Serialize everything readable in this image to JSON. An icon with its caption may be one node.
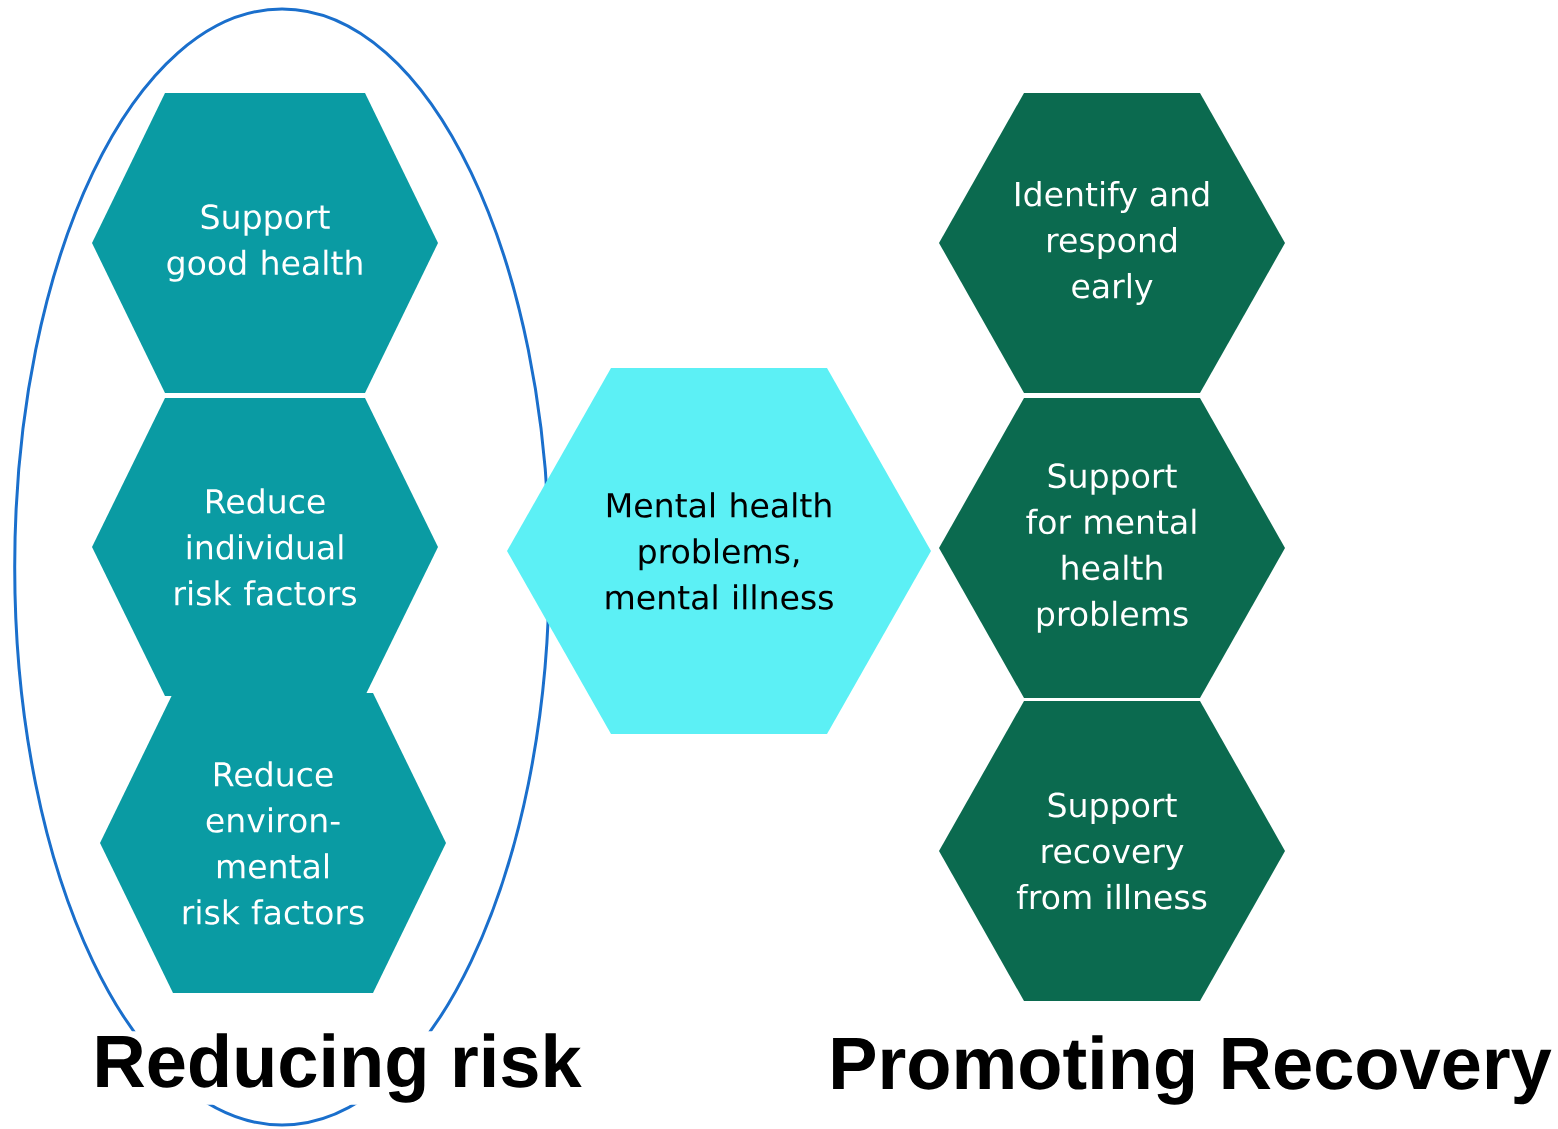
{
  "diagram": {
    "nodes": [
      {
        "text": [
          "Reducing risk"
        ]
      },
      {
        "text": [
          "Support good health"
        ],
        "in": 0
      },
      {
        "text": [
          "Reduce individual risk factors"
        ],
        "in": 0
      },
      {
        "text": [
          "Reduce environ-mental risk factors"
        ],
        "in": 0
      },
      {
        "text": [
          "Mental health problems, mental illness"
        ]
      },
      {
        "text": [
          "Identify and respond early"
        ]
      },
      {
        "text": [
          "Support for mental health problems"
        ]
      },
      {
        "text": [
          "Support recovery from illness"
        ]
      }
    ],
    "edges": [],
    "labels": [
      "Promoting Recovery"
    ]
  }
}
